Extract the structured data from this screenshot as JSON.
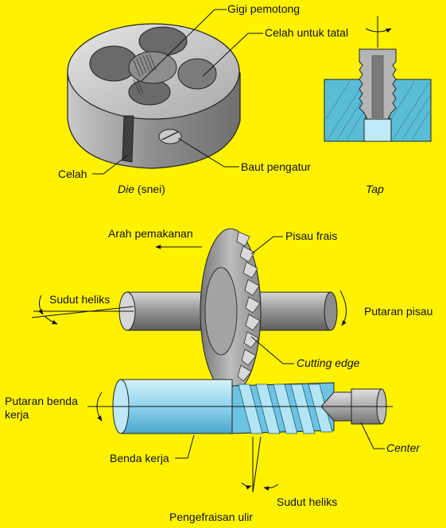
{
  "die": {
    "caption_italic": "Die",
    "caption_rest": " (snei)",
    "labels": {
      "cutting_teeth": "Gigi pemotong",
      "chip_gap": "Celah untuk tatal",
      "slot": "Celah",
      "adjusting_screw": "Baut pengatur"
    }
  },
  "tap": {
    "caption": "Tap"
  },
  "milling": {
    "labels": {
      "feed_direction": "Arah pemakanan",
      "milling_cutter": "Pisau frais",
      "helix_angle_top": "Sudut heliks",
      "cutter_rotation": "Putaran pisau",
      "cutting_edge": "Cutting edge",
      "workpiece_rotation_1": "Putaran benda",
      "workpiece_rotation_2": "kerja",
      "workpiece": "Benda kerja",
      "center": "Center",
      "helix_angle_bottom": "Sudut heliks",
      "thread_milling": "Pengefraisan ulir"
    }
  },
  "colors": {
    "background": "#FFF200",
    "metal": "#9a9a9a",
    "workpiece": "#9fdaf0",
    "section": "#5bbcd6"
  }
}
